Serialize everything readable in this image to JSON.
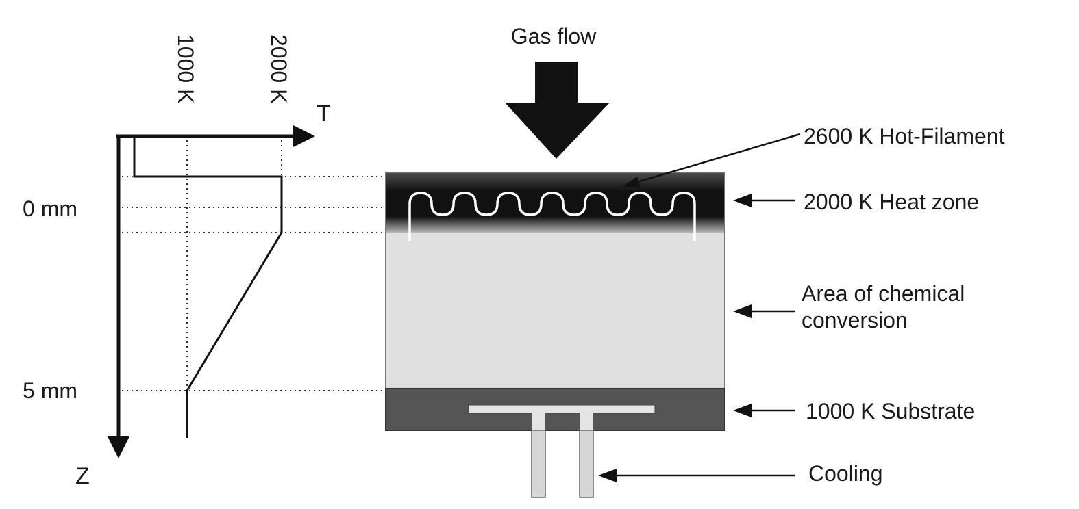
{
  "graph": {
    "t_axis_label": "T",
    "z_axis_label": "Z",
    "t_ticks": [
      "1000 K",
      "2000 K"
    ],
    "z_ticks": [
      "0 mm",
      "5 mm"
    ]
  },
  "reactor": {
    "gas_flow_label": "Gas flow",
    "labels": {
      "hot_filament": "2600 K Hot-Filament",
      "heat_zone": "2000 K Heat zone",
      "conversion_line1": "Area of chemical",
      "conversion_line2": "conversion",
      "substrate": "1000 K Substrate",
      "cooling": "Cooling"
    }
  },
  "colors": {
    "ink": "#1a1a1a",
    "heat_zone": "#111111",
    "chamber": "#e0e0e0",
    "substrate": "#555555",
    "filament": "#ffffff"
  }
}
